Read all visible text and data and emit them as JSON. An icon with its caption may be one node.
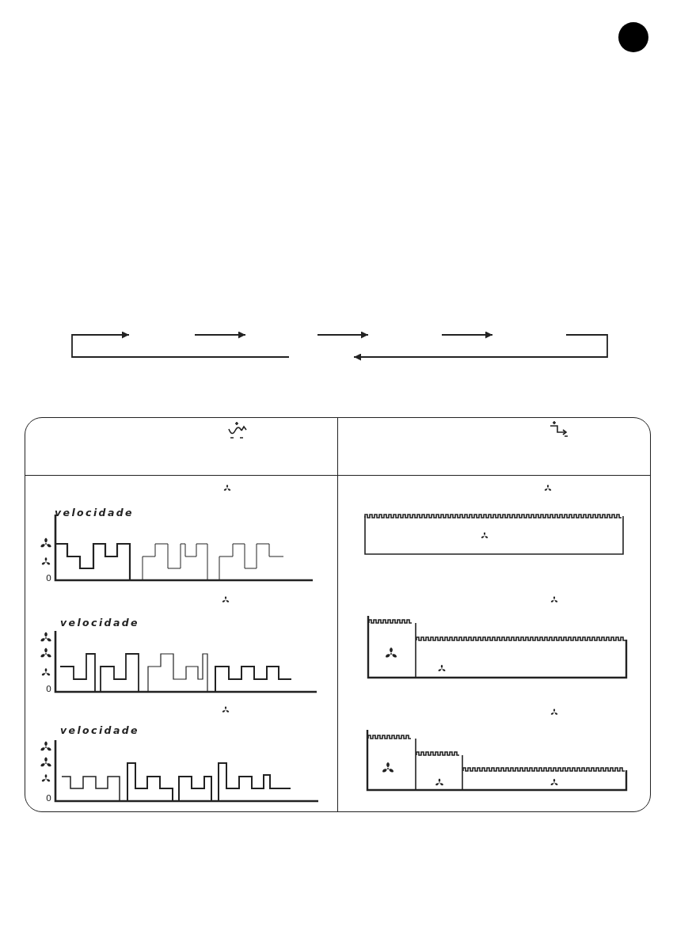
{
  "diagram": {
    "labels": [
      "velocidade",
      "0",
      "velocidade",
      "0",
      "velocidade",
      "0"
    ]
  }
}
